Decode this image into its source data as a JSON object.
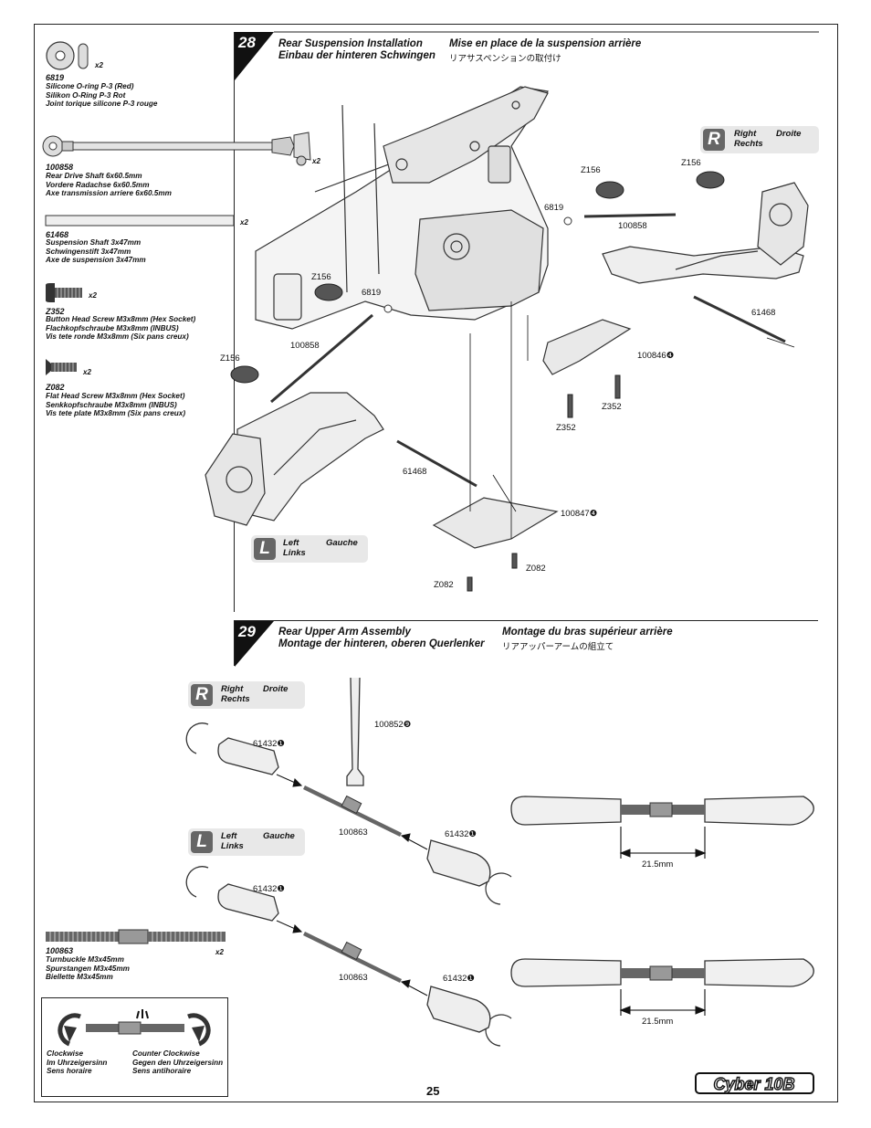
{
  "page_number": "25",
  "logo_text": "Cyber 10B",
  "parts": [
    {
      "num": "6819",
      "qty": "x2",
      "desc": [
        "Silicone O-ring P-3 (Red)",
        "Silikon O-Ring P-3 Rot",
        "Joint torique silicone P-3 rouge"
      ]
    },
    {
      "num": "100858",
      "qty": "x2",
      "desc": [
        "Rear Drive Shaft 6x60.5mm",
        "Vordere Radachse 6x60.5mm",
        "Axe transmission arriere 6x60.5mm"
      ]
    },
    {
      "num": "61468",
      "qty": "x2",
      "desc": [
        "Suspension Shaft 3x47mm",
        "Schwingenstift 3x47mm",
        "Axe de suspension 3x47mm"
      ]
    },
    {
      "num": "Z352",
      "qty": "x2",
      "desc": [
        "Button Head Screw M3x8mm (Hex Socket)",
        "Flachkopfschraube M3x8mm (INBUS)",
        "Vis tete ronde M3x8mm (Six pans creux)"
      ]
    },
    {
      "num": "Z082",
      "qty": "x2",
      "desc": [
        "Flat Head Screw M3x8mm (Hex Socket)",
        "Senkkopfschraube M3x8mm (INBUS)",
        "Vis tete plate M3x8mm (Six pans creux)"
      ]
    },
    {
      "num": "100863",
      "qty": "x2",
      "desc": [
        "Turnbuckle M3x45mm",
        "Spurstangen M3x45mm",
        "Biellette M3x45mm"
      ]
    }
  ],
  "step28": {
    "number": "28",
    "title_en": "Rear Suspension Installation",
    "title_de": "Einbau der hinteren Schwingen",
    "title_fr": "Mise en place de la suspension arrière",
    "title_jp": "リアサスペンションの取付け",
    "right_box": {
      "letter": "R",
      "en": "Right",
      "de": "Rechts",
      "fr": "Droite"
    },
    "left_box": {
      "letter": "L",
      "en": "Left",
      "de": "Links",
      "fr": "Gauche"
    },
    "labels": [
      "Z156",
      "Z156",
      "6819",
      "100858",
      "61468",
      "100846❹",
      "Z352",
      "Z352",
      "Z156",
      "6819",
      "100858",
      "Z156",
      "61468",
      "100847❹",
      "Z082",
      "Z082"
    ]
  },
  "step29": {
    "number": "29",
    "title_en": "Rear Upper Arm Assembly",
    "title_de": "Montage der hinteren, oberen Querlenker",
    "title_fr": "Montage du bras supérieur arrière",
    "title_jp": "リアアッパーアームの組立て",
    "right_box": {
      "letter": "R",
      "en": "Right",
      "de": "Rechts",
      "fr": "Droite"
    },
    "left_box": {
      "letter": "L",
      "en": "Left",
      "de": "Links",
      "fr": "Gauche"
    },
    "labels": [
      "61432❶",
      "100852❾",
      "100863",
      "61432❶",
      "61432❶",
      "100863",
      "61432❶"
    ],
    "dimension_1": "21.5mm",
    "dimension_2": "21.5mm"
  },
  "legend": {
    "cw": [
      "Clockwise",
      "Im Uhrzeigersinn",
      "Sens horaire"
    ],
    "ccw": [
      "Counter Clockwise",
      "Gegen den Uhrzeigersinn",
      "Sens antihoraire"
    ]
  }
}
